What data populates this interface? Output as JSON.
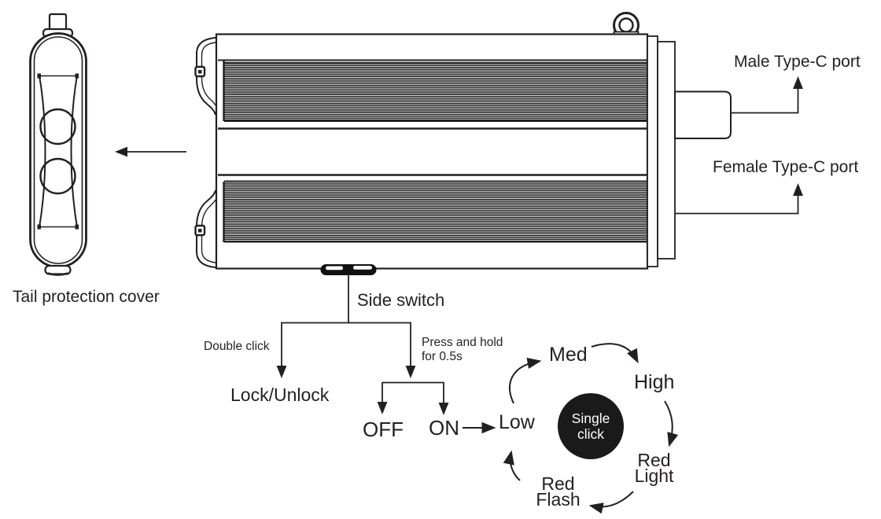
{
  "colors": {
    "ink": "#231f20",
    "paper": "#ffffff",
    "switch_bump_fill": "#111111",
    "cycle_center_fill": "#1a1a1a",
    "cycle_center_text": "#ffffff"
  },
  "tail_cover": {
    "label": "Tail protection cover"
  },
  "device": {
    "male_port_label": "Male Type-C port",
    "female_port_label": "Female Type-C port"
  },
  "switch_flow": {
    "title": "Side switch",
    "double_click": "Double click",
    "lock_unlock": "Lock/Unlock",
    "press_hold_line1": "Press and hold",
    "press_hold_line2": "for 0.5s",
    "off": "OFF",
    "on": "ON"
  },
  "mode_cycle": {
    "center_line1": "Single",
    "center_line2": "click",
    "low": "Low",
    "med": "Med",
    "high": "High",
    "red_light_line1": "Red",
    "red_light_line2": "Light",
    "red_flash_line1": "Red",
    "red_flash_line2": "Flash"
  }
}
